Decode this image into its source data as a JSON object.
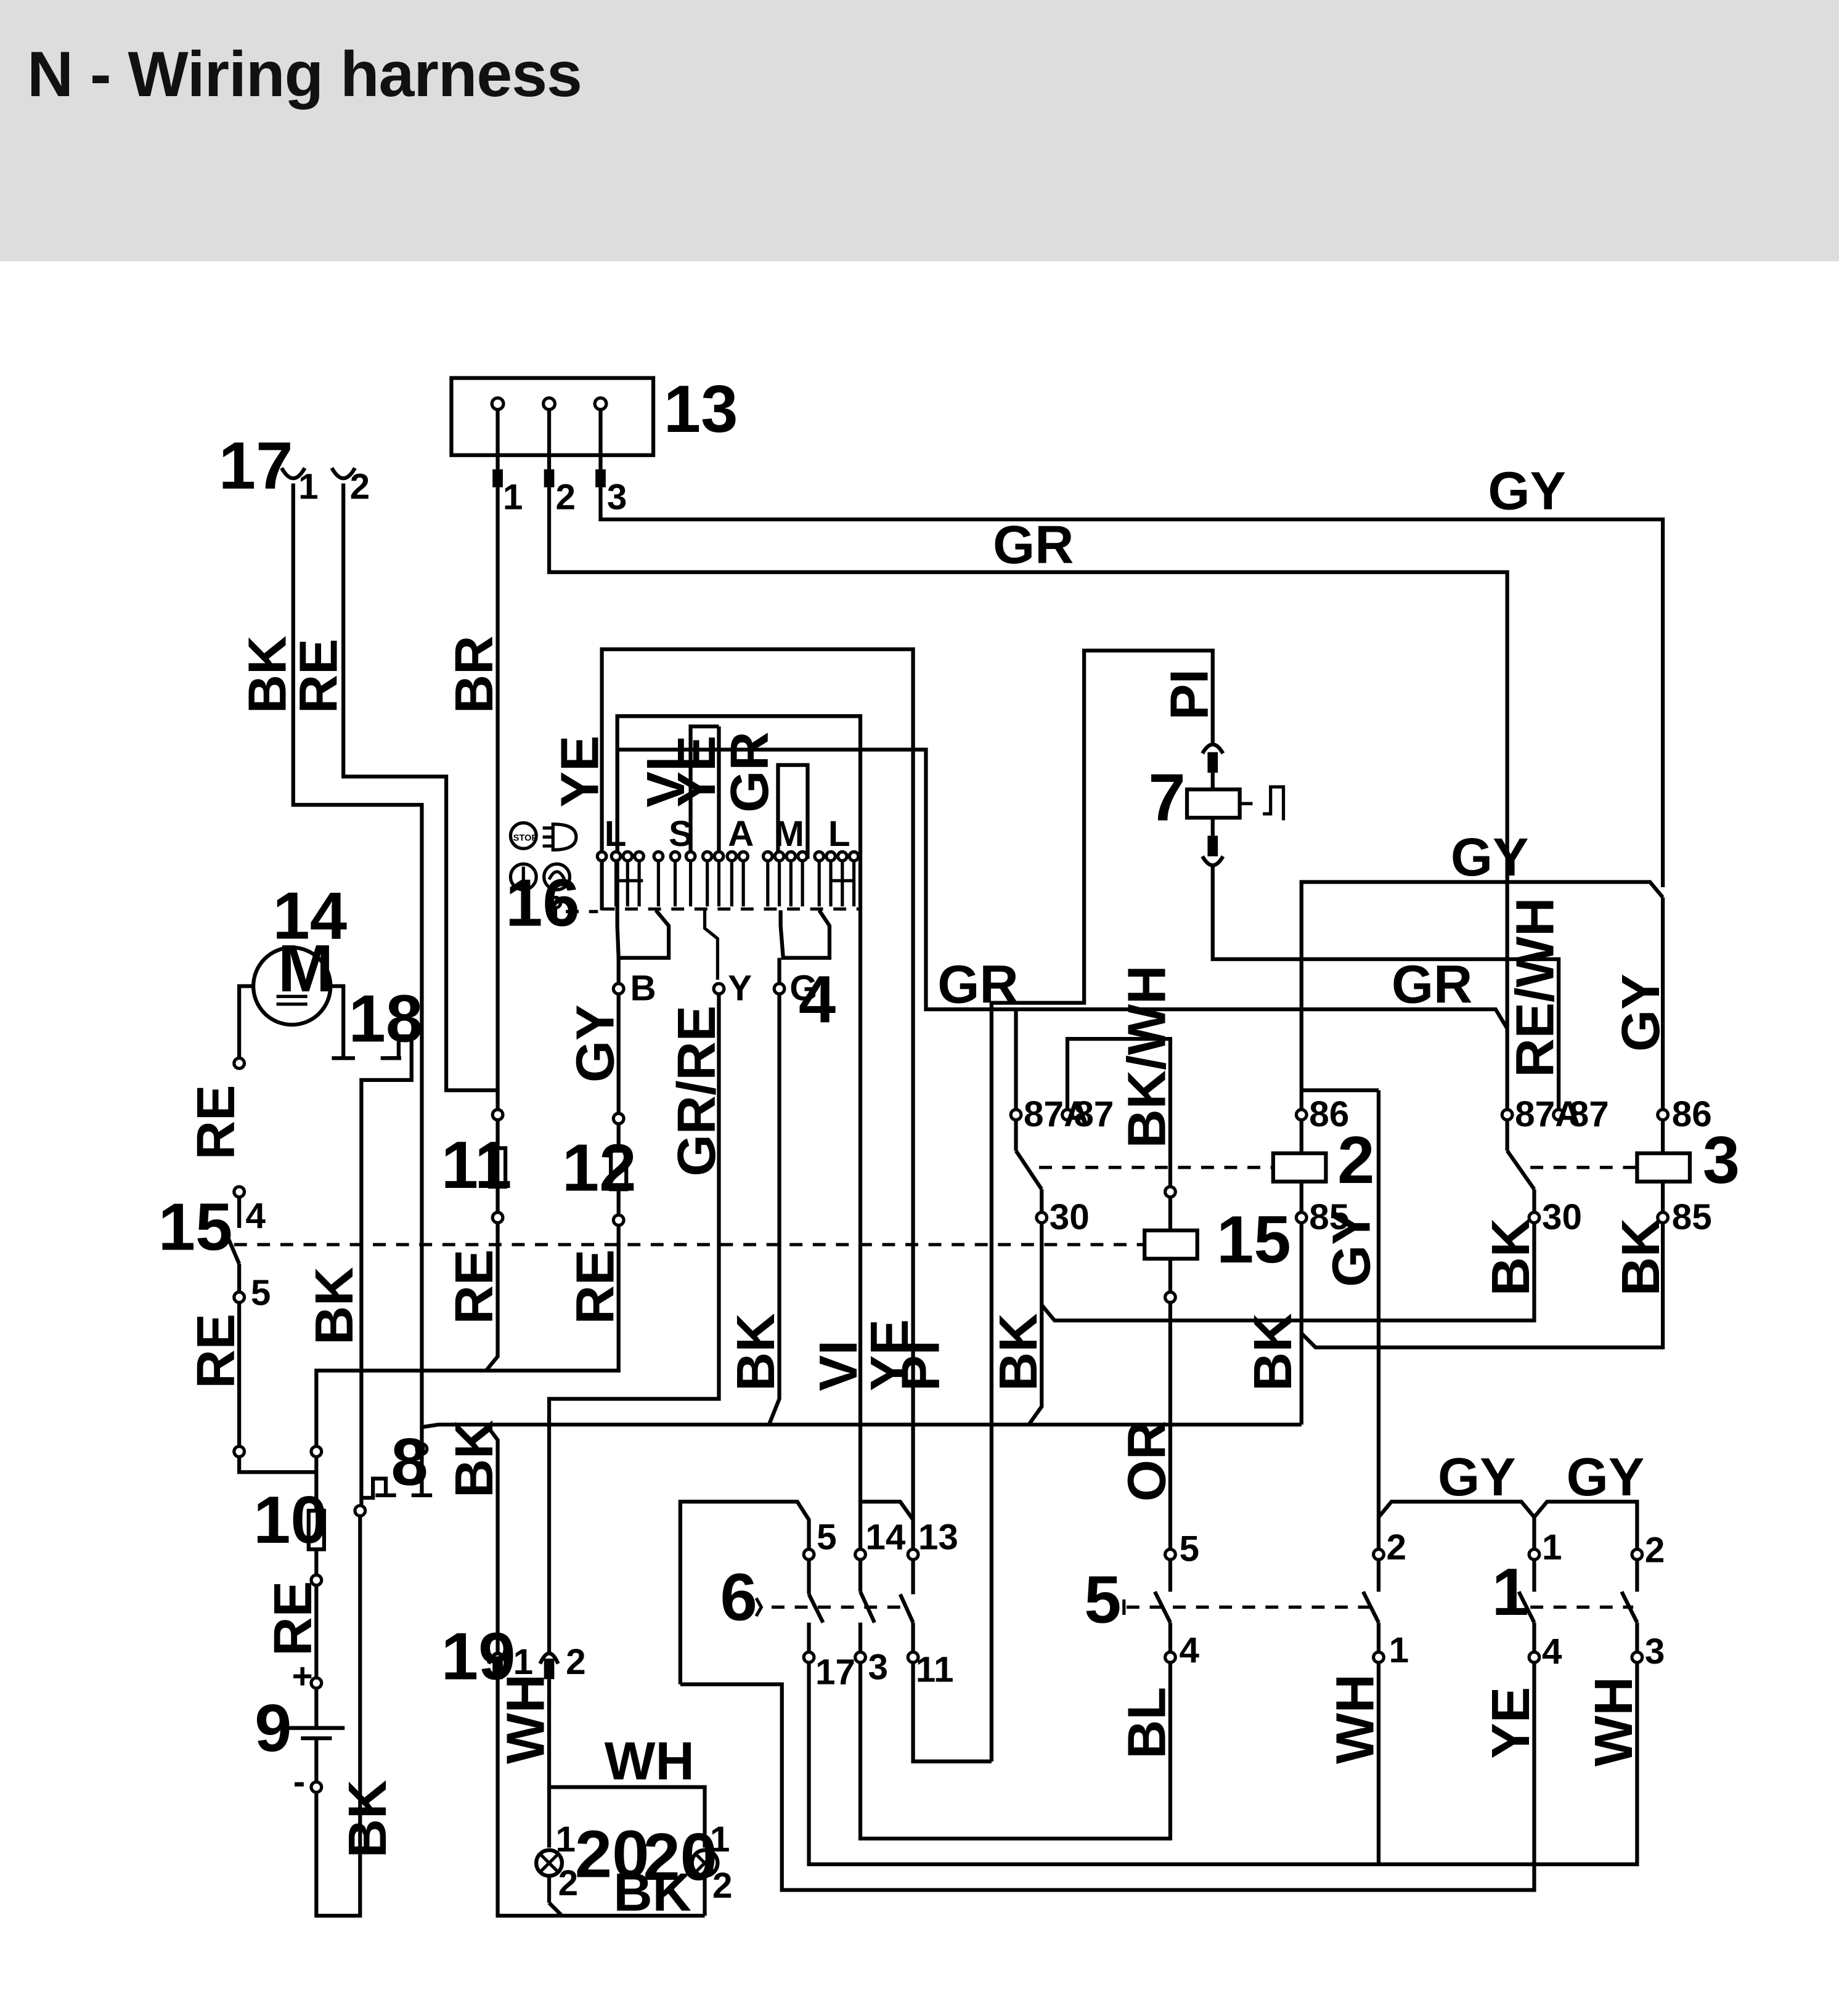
{
  "header": {
    "title": "N - Wiring harness"
  },
  "components": {
    "c1": "1",
    "c2": "2",
    "c3": "3",
    "c4": "4",
    "c5": "5",
    "c6": "6",
    "c7": "7",
    "c8": "8",
    "c9": "9",
    "c10": "10",
    "c11": "11",
    "c12": "12",
    "c13": "13",
    "c14": "14",
    "c15a": "15",
    "c15b": "15",
    "c16": "16",
    "c17": "17",
    "c18": "18",
    "c19": "19",
    "c20a": "20",
    "c20b": "20"
  },
  "motor_symbol": "M",
  "wire_labels": {
    "gy_top": "GY",
    "gr_top": "GR",
    "bk_17": "BK",
    "re_17": "RE",
    "br_13": "BR",
    "ye_a": "YE",
    "vi": "VI",
    "ye_b": "YE",
    "gr_sw": "GR",
    "pi_7": "PI",
    "gy_relay": "GY",
    "gr_relay": "GR",
    "gr_left": "GR",
    "re_wh": "RE/WH",
    "gy_right": "GY",
    "bk_wh": "BK/WH",
    "gy_4": "GY",
    "gr_re": "GR/RE",
    "re_14": "RE",
    "re_fuse11": "RE",
    "re_fuse12": "RE",
    "bk_18": "BK",
    "re_15": "RE",
    "gy_mid": "GY",
    "bk_r2": "BK",
    "bk_r3": "BK",
    "bk_4": "BK",
    "vi_low": "VI",
    "ye_low": "YE",
    "pi_low": "PI",
    "bk_30": "BK",
    "bk_86": "BK",
    "or": "OR",
    "bk_19": "BK",
    "gy_s1a": "GY",
    "gy_s1b": "GY",
    "re_10": "RE",
    "wh_19": "WH",
    "wh_20": "WH",
    "bk_20": "BK",
    "bk_9": "BK",
    "bl": "BL",
    "wh_5": "WH",
    "ye_1": "YE",
    "wh_1": "WH"
  },
  "pin_labels": {
    "p17_1": "1",
    "p17_2": "2",
    "p13_1": "1",
    "p13_2": "2",
    "p13_3": "3",
    "sw_L": "L",
    "sw_S": "S",
    "sw_A": "A",
    "sw_M": "M",
    "sw_L2": "L",
    "p4_B": "B",
    "p4_Y": "Y",
    "p4_G": "G",
    "r2_87A": "87A",
    "r2_87": "87",
    "r2_86": "86",
    "r2_30": "30",
    "r2_85": "85",
    "r3_87A": "87A",
    "r3_87": "87",
    "r3_86": "86",
    "r3_30": "30",
    "r3_85": "85",
    "p15_4": "4",
    "p15_5": "5",
    "s6_5": "5",
    "s6_14": "14",
    "s6_13": "13",
    "s6_17": "17",
    "s6_3": "3",
    "s6_11": "11",
    "s5_5": "5",
    "s5_4": "4",
    "s5_2": "2",
    "s5_1": "1",
    "s1_1": "1",
    "s1_2": "2",
    "s1_4": "4",
    "s1_3": "3",
    "p19_1": "1",
    "p19_2": "2",
    "l20a_1": "1",
    "l20a_2": "2",
    "l20b_1": "1",
    "l20b_2": "2",
    "bat_plus": "+",
    "bat_minus": "-",
    "stop_icon": "STOP"
  },
  "icons": [
    "stop-icon",
    "headlight-icon",
    "glow-plug-icon",
    "ignition-icon",
    "key-icon",
    "motor-icon",
    "lamp-icon",
    "battery-icon",
    "fuse-icon",
    "relay-icon",
    "switch-icon"
  ]
}
